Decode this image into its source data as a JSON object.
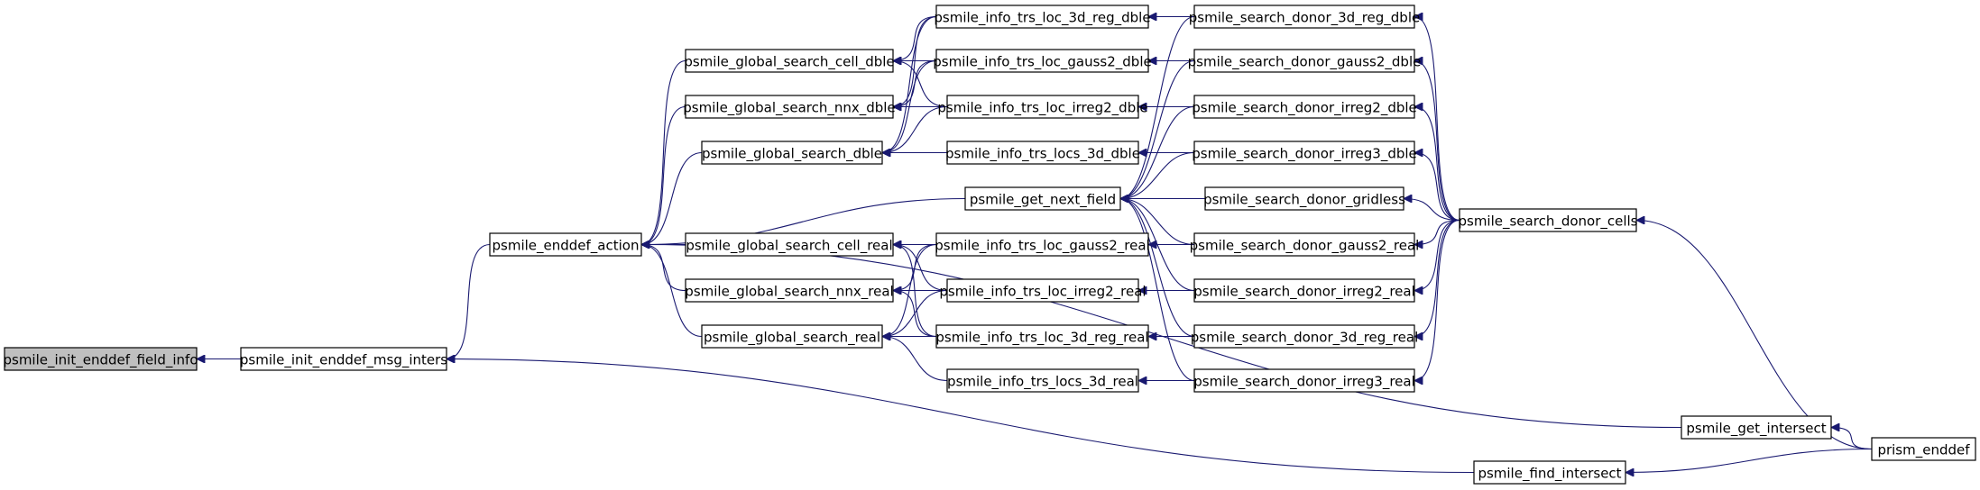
{
  "graph": {
    "type": "caller-graph",
    "colors": {
      "edge": "#191970",
      "node_border": "#000000",
      "node_fill": "#ffffff",
      "root_fill": "#bfbfbf"
    },
    "nodes": [
      {
        "id": "n0",
        "label": "psmile_init_enddef_field_info",
        "highlighted": true
      },
      {
        "id": "n1",
        "label": "psmile_init_enddef_msg_inters"
      },
      {
        "id": "n2",
        "label": "psmile_enddef_action"
      },
      {
        "id": "n3",
        "label": "psmile_global_search_cell_dble"
      },
      {
        "id": "n4",
        "label": "psmile_global_search_nnx_dble"
      },
      {
        "id": "n5",
        "label": "psmile_global_search_dble"
      },
      {
        "id": "n6",
        "label": "psmile_global_search_cell_real"
      },
      {
        "id": "n7",
        "label": "psmile_global_search_nnx_real"
      },
      {
        "id": "n8",
        "label": "psmile_global_search_real"
      },
      {
        "id": "n9",
        "label": "psmile_info_trs_loc_3d_reg_dble"
      },
      {
        "id": "n10",
        "label": "psmile_info_trs_loc_gauss2_dble"
      },
      {
        "id": "n11",
        "label": "psmile_info_trs_loc_irreg2_dble"
      },
      {
        "id": "n12",
        "label": "psmile_info_trs_locs_3d_dble"
      },
      {
        "id": "n13",
        "label": "psmile_get_next_field"
      },
      {
        "id": "n14",
        "label": "psmile_info_trs_loc_gauss2_real"
      },
      {
        "id": "n15",
        "label": "psmile_info_trs_loc_irreg2_real"
      },
      {
        "id": "n16",
        "label": "psmile_info_trs_loc_3d_reg_real"
      },
      {
        "id": "n17",
        "label": "psmile_info_trs_locs_3d_real"
      },
      {
        "id": "n18",
        "label": "psmile_search_donor_3d_reg_dble"
      },
      {
        "id": "n19",
        "label": "psmile_search_donor_gauss2_dble"
      },
      {
        "id": "n20",
        "label": "psmile_search_donor_irreg2_dble"
      },
      {
        "id": "n21",
        "label": "psmile_search_donor_irreg3_dble"
      },
      {
        "id": "n22",
        "label": "psmile_search_donor_gridless"
      },
      {
        "id": "n23",
        "label": "psmile_search_donor_gauss2_real"
      },
      {
        "id": "n24",
        "label": "psmile_search_donor_irreg2_real"
      },
      {
        "id": "n25",
        "label": "psmile_search_donor_3d_reg_real"
      },
      {
        "id": "n26",
        "label": "psmile_search_donor_irreg3_real"
      },
      {
        "id": "n27",
        "label": "psmile_search_donor_cells"
      },
      {
        "id": "n28",
        "label": "psmile_get_intersect"
      },
      {
        "id": "n29",
        "label": "psmile_find_intersect"
      },
      {
        "id": "n30",
        "label": "prism_enddef"
      }
    ],
    "edges": [
      [
        "n1",
        "n0"
      ],
      [
        "n2",
        "n1"
      ],
      [
        "n29",
        "n1"
      ],
      [
        "n3",
        "n2"
      ],
      [
        "n4",
        "n2"
      ],
      [
        "n5",
        "n2"
      ],
      [
        "n13",
        "n2"
      ],
      [
        "n6",
        "n2"
      ],
      [
        "n7",
        "n2"
      ],
      [
        "n8",
        "n2"
      ],
      [
        "n28",
        "n2"
      ],
      [
        "n9",
        "n3"
      ],
      [
        "n10",
        "n3"
      ],
      [
        "n11",
        "n3"
      ],
      [
        "n9",
        "n4"
      ],
      [
        "n10",
        "n4"
      ],
      [
        "n11",
        "n4"
      ],
      [
        "n9",
        "n5"
      ],
      [
        "n10",
        "n5"
      ],
      [
        "n11",
        "n5"
      ],
      [
        "n12",
        "n5"
      ],
      [
        "n14",
        "n6"
      ],
      [
        "n15",
        "n6"
      ],
      [
        "n16",
        "n6"
      ],
      [
        "n14",
        "n7"
      ],
      [
        "n15",
        "n7"
      ],
      [
        "n16",
        "n7"
      ],
      [
        "n14",
        "n8"
      ],
      [
        "n15",
        "n8"
      ],
      [
        "n16",
        "n8"
      ],
      [
        "n17",
        "n8"
      ],
      [
        "n18",
        "n9"
      ],
      [
        "n19",
        "n10"
      ],
      [
        "n20",
        "n11"
      ],
      [
        "n21",
        "n12"
      ],
      [
        "n18",
        "n13"
      ],
      [
        "n19",
        "n13"
      ],
      [
        "n20",
        "n13"
      ],
      [
        "n21",
        "n13"
      ],
      [
        "n22",
        "n13"
      ],
      [
        "n23",
        "n13"
      ],
      [
        "n24",
        "n13"
      ],
      [
        "n25",
        "n13"
      ],
      [
        "n26",
        "n13"
      ],
      [
        "n23",
        "n14"
      ],
      [
        "n24",
        "n15"
      ],
      [
        "n25",
        "n16"
      ],
      [
        "n26",
        "n17"
      ],
      [
        "n27",
        "n18"
      ],
      [
        "n27",
        "n19"
      ],
      [
        "n27",
        "n20"
      ],
      [
        "n27",
        "n21"
      ],
      [
        "n27",
        "n22"
      ],
      [
        "n27",
        "n23"
      ],
      [
        "n27",
        "n24"
      ],
      [
        "n27",
        "n25"
      ],
      [
        "n27",
        "n26"
      ],
      [
        "n30",
        "n27"
      ],
      [
        "n30",
        "n28"
      ],
      [
        "n30",
        "n29"
      ]
    ]
  }
}
